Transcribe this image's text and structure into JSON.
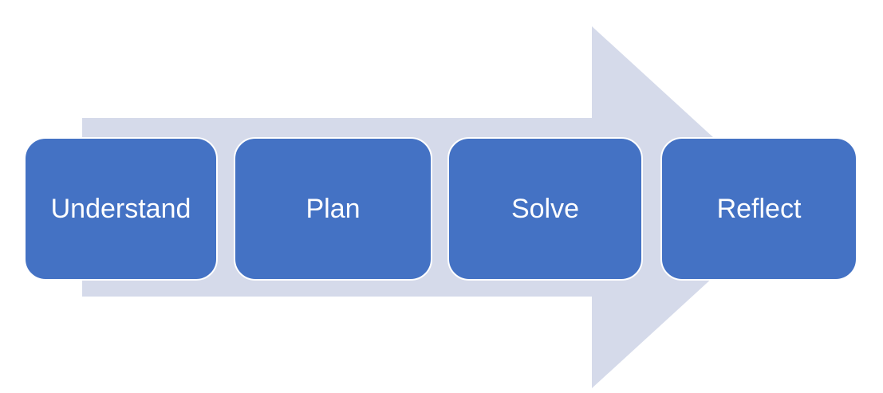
{
  "diagram": {
    "type": "process-flow",
    "direction": "right",
    "steps": [
      {
        "label": "Understand"
      },
      {
        "label": "Plan"
      },
      {
        "label": "Solve"
      },
      {
        "label": "Reflect"
      }
    ]
  },
  "colors": {
    "step_fill": "#4472C4",
    "step_border": "#FFFFFF",
    "step_text": "#FFFFFF",
    "arrow_fill": "#D5DAEA",
    "background": "#FFFFFF"
  }
}
